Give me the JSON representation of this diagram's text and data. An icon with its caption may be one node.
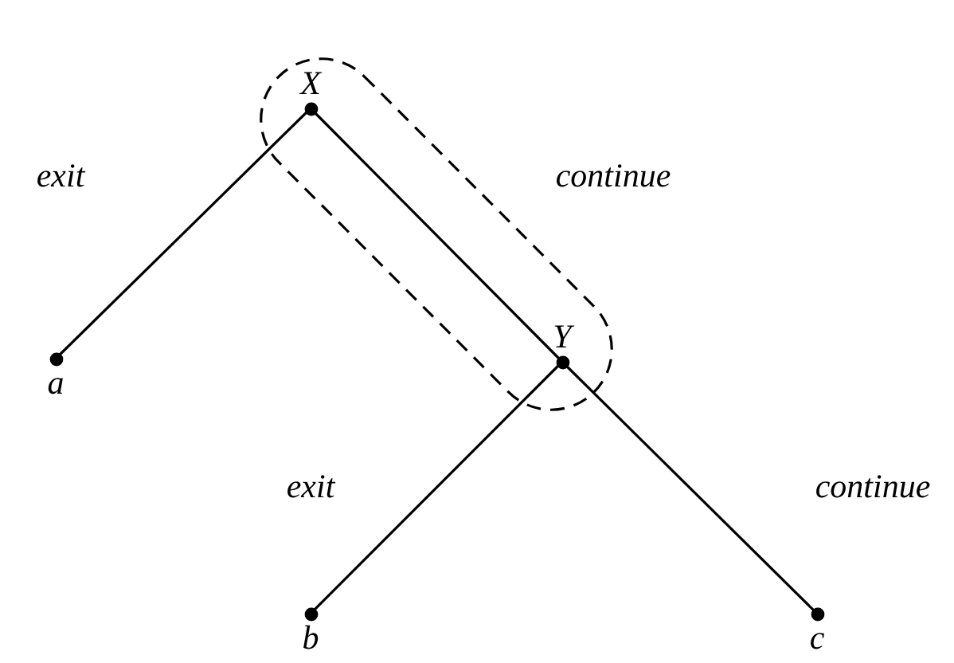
{
  "diagram": {
    "nodes": [
      {
        "text": [],
        "shape": "oval"
      },
      {
        "text": [
          "X"
        ],
        "in": 0
      },
      {
        "text": [
          "Y"
        ],
        "in": 0
      },
      {
        "text": [
          "a"
        ]
      },
      {
        "text": [
          "b"
        ]
      },
      {
        "text": [
          "c"
        ]
      }
    ],
    "edges": [
      {
        "from": 1,
        "to": 3,
        "arrow": "none",
        "label": "exit"
      },
      {
        "from": 1,
        "to": 2,
        "arrow": "none",
        "label": "continue"
      },
      {
        "from": 2,
        "to": 4,
        "arrow": "none",
        "label": "exit"
      },
      {
        "from": 2,
        "to": 5,
        "arrow": "none",
        "label": "continue"
      }
    ]
  }
}
